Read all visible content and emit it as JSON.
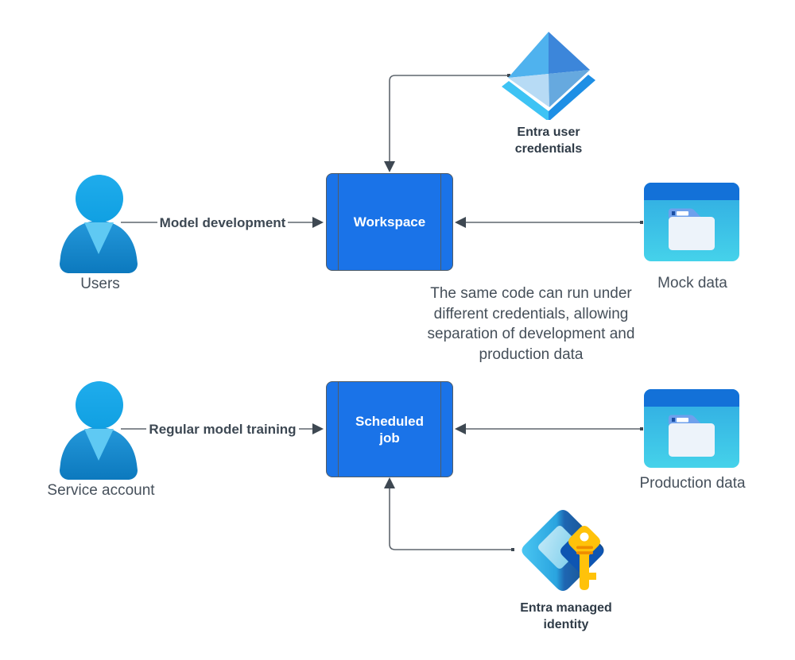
{
  "nodes": {
    "entra_user_credentials": {
      "caption_line1": "Entra user",
      "caption_line2": "credentials",
      "icon": "entra-pyramid-icon"
    },
    "workspace": {
      "label": "Workspace"
    },
    "users": {
      "caption": "Users",
      "icon": "person-icon"
    },
    "mock_data": {
      "caption": "Mock data",
      "icon": "data-window-icon"
    },
    "service_account": {
      "caption": "Service account",
      "icon": "person-icon"
    },
    "scheduled_job": {
      "label": "Scheduled job"
    },
    "production_data": {
      "caption": "Production data",
      "icon": "data-window-icon"
    },
    "entra_managed_identity": {
      "caption_line1": "Entra managed",
      "caption_line2": "identity",
      "icon": "entra-key-icon"
    }
  },
  "edges": {
    "model_development": {
      "label": "Model development"
    },
    "regular_model_training": {
      "label": "Regular model training"
    }
  },
  "note": {
    "text": "The same code can run under different credentials, allowing separation of development and production data"
  },
  "colors": {
    "process_fill": "#1A73E8",
    "process_stroke": "#515C65",
    "connector_line": "#5F666E",
    "arrowhead": "#3E4852",
    "person_head_blue": "#1FACEC",
    "person_body_blue": "#0C79BE",
    "person_collar_blue": "#5FC9F3",
    "data_header_blue": "#1371D8",
    "data_body_cyan_top": "#2FA9E2",
    "data_body_cyan_bottom": "#45D2EA",
    "folder_fill": "#EDF3FA",
    "folder_tab_blue": "#6FA0EC",
    "entra_face_light": "#4FB2EE",
    "entra_face_medium": "#3C86DA",
    "entra_face_pale": "#B7DBF5",
    "entra_chevron_cyan": "#3EC3F4",
    "entra_chevron_blue": "#1E8FE5",
    "identity_navy": "#17497F",
    "identity_inner_blue": "#0E55B2",
    "key_gold": "#FFC20A",
    "key_stripe_orange": "#EE8C00",
    "caption_text": "#46505B",
    "bold_caption_text": "#2F3B47",
    "note_text": "#454F59"
  }
}
